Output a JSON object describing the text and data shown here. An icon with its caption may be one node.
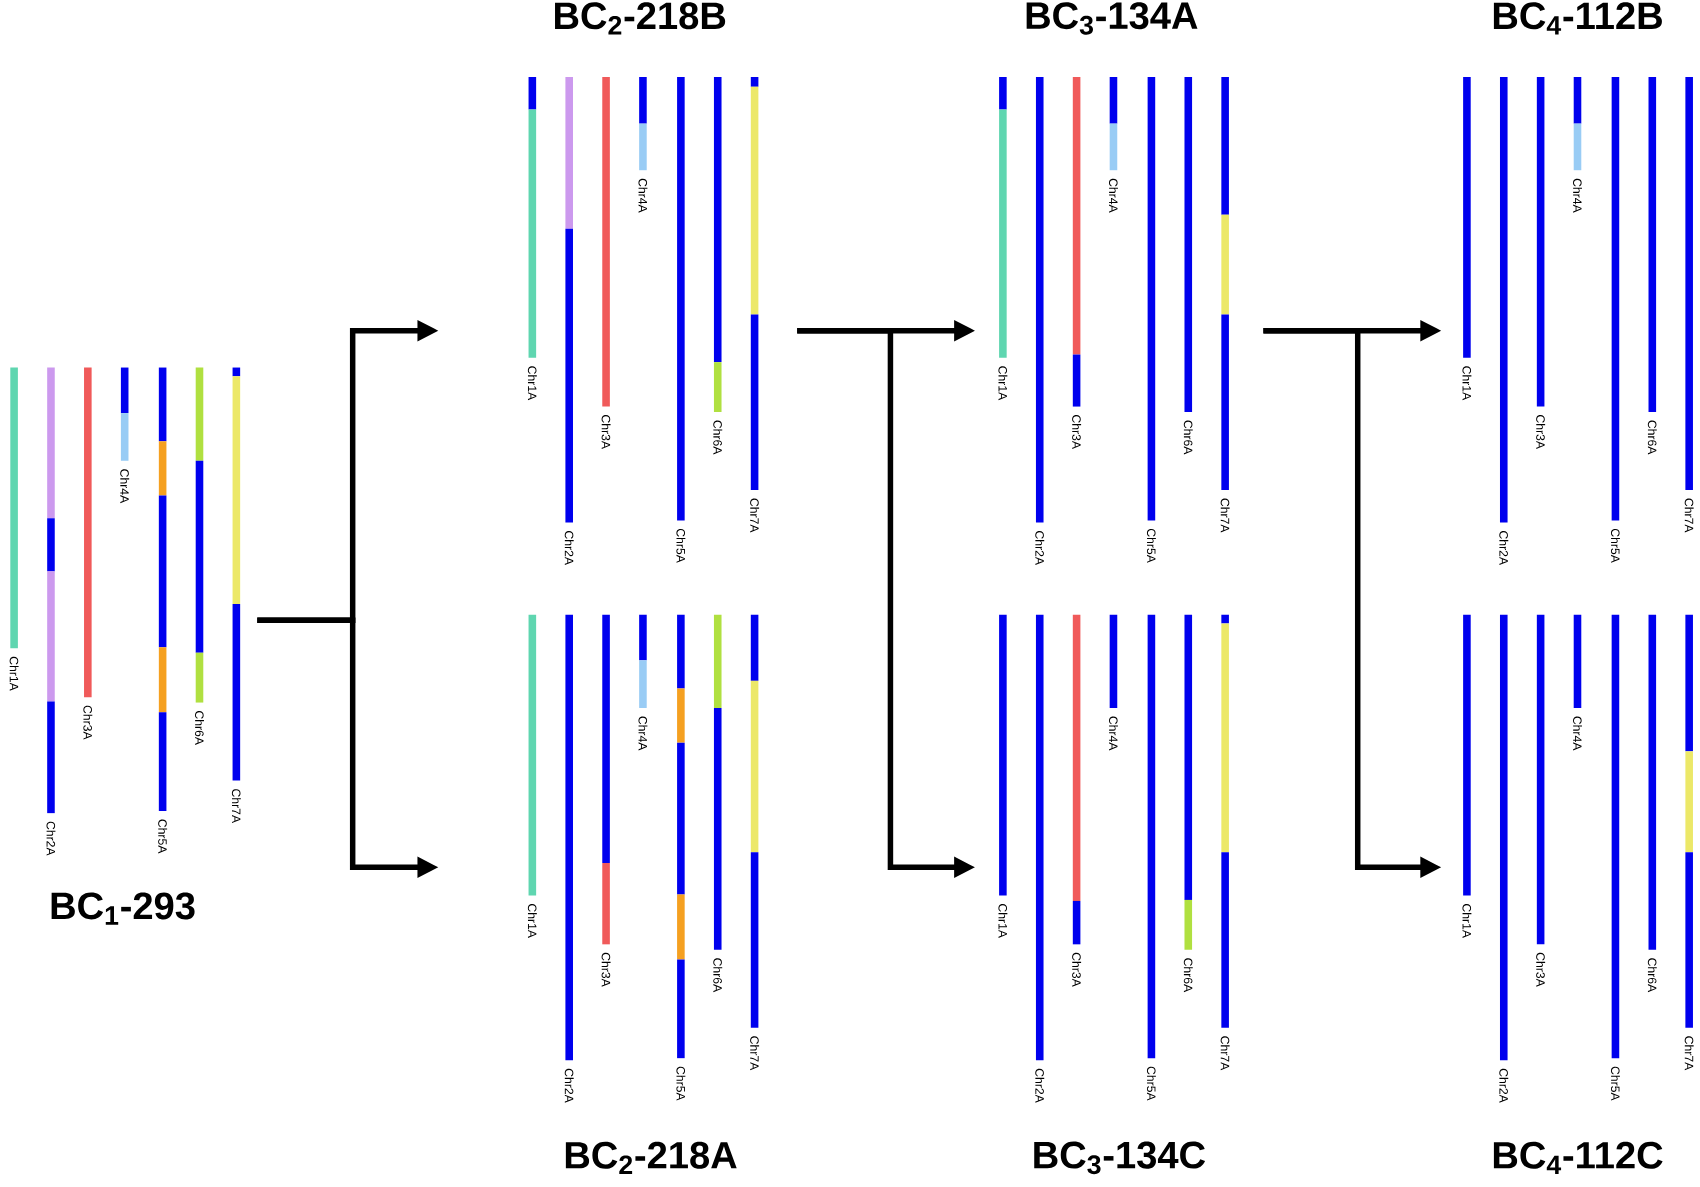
{
  "diagram": {
    "nodes": [
      {
        "text": [
          "BC$_{1}$-293"
        ]
      },
      {
        "text": [
          "BC$_{2}$-218B"
        ]
      },
      {
        "text": [
          "BC$_{2}$-218A"
        ]
      },
      {
        "text": [
          "BC$_{3}$-134A"
        ]
      },
      {
        "text": [
          "BC$_{3}$-134C"
        ]
      },
      {
        "text": [
          "BC$_{4}$-112B"
        ]
      },
      {
        "text": [
          "BC$_{4}$-112C"
        ]
      }
    ],
    "edges": [
      {
        "from": 0,
        "to": 1,
        "arrow": "to"
      },
      {
        "from": 0,
        "to": 2,
        "arrow": "to"
      },
      {
        "from": 1,
        "to": 3,
        "arrow": "to"
      },
      {
        "from": 1,
        "to": 4,
        "arrow": "to"
      },
      {
        "from": 3,
        "to": 5,
        "arrow": "to"
      },
      {
        "from": 3,
        "to": 6,
        "arrow": "to"
      }
    ],
    "labels": [
      "Chr1A",
      "Chr2A",
      "Chr3A",
      "Chr4A",
      "Chr5A",
      "Chr6A",
      "Chr7A",
      "Chr1A",
      "Chr2A",
      "Chr3A",
      "Chr4A",
      "Chr5A",
      "Chr6A",
      "Chr7A",
      "Chr1A",
      "Chr2A",
      "Chr3A",
      "Chr4A",
      "Chr5A",
      "Chr6A",
      "Chr7A",
      "Chr1A",
      "Chr2A",
      "Chr3A",
      "Chr4A",
      "Chr5A",
      "Chr6A",
      "Chr7A",
      "Chr1A",
      "Chr2A",
      "Chr3A",
      "Chr4A",
      "Chr5A",
      "Chr6A",
      "Chr7A",
      "Chr1A",
      "Chr2A",
      "Chr3A",
      "Chr4A",
      "Chr5A",
      "Chr6A",
      "Chr7A",
      "Chr1A",
      "Chr2A",
      "Chr3A",
      "Chr4A",
      "Chr5A",
      "Chr6A",
      "Chr7A"
    ]
  }
}
